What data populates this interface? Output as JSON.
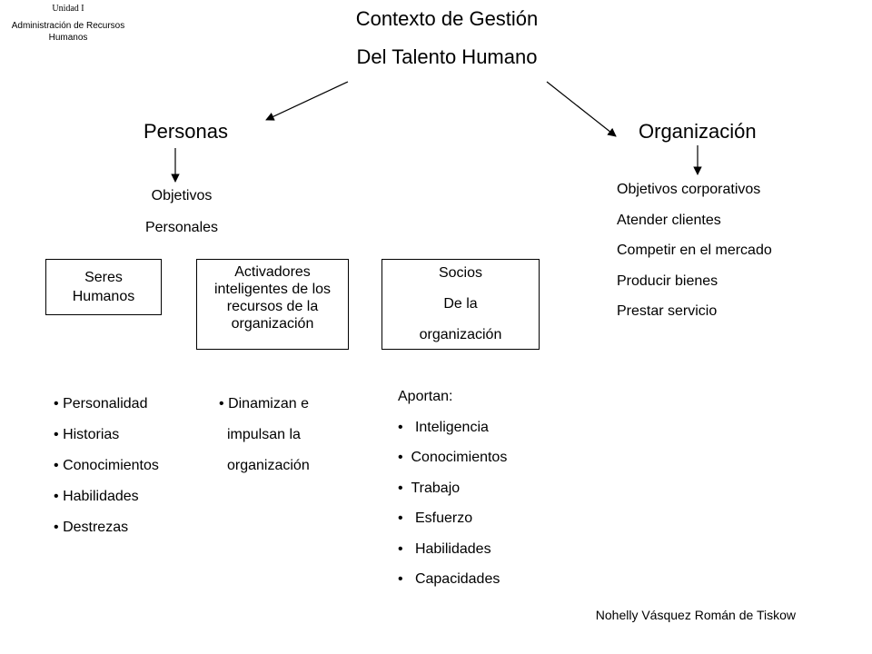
{
  "header": {
    "unit": "Unidad I",
    "course": "Administración de Recursos Humanos"
  },
  "title": {
    "line1": "Contexto de Gestión",
    "line2": "Del Talento Humano"
  },
  "personas": {
    "label": "Personas",
    "objectives_line1": "Objetivos",
    "objectives_line2": "Personales",
    "boxes": {
      "seres": "Seres Humanos",
      "activadores": "Activadores inteligentes de los recursos de la organización",
      "socios_line1": "Socios",
      "socios_line2": "De la",
      "socios_line3": "organización"
    },
    "traits": [
      "Personalidad",
      "Historias",
      "Conocimientos",
      "Habilidades",
      "Destrezas"
    ],
    "activators_note": {
      "line1": "Dinamizan e",
      "line2": "impulsan la",
      "line3": "organización"
    },
    "contributions": {
      "heading": "Aportan:",
      "items": [
        "Inteligencia",
        "Conocimientos",
        "Trabajo",
        "Esfuerzo",
        "Habilidades",
        "Capacidades"
      ]
    }
  },
  "organizacion": {
    "label": "Organización",
    "objectives": [
      "Objetivos corporativos",
      "Atender clientes",
      "Competir en el mercado",
      "Producir bienes",
      "Prestar servicio"
    ]
  },
  "footer": {
    "author": "Nohelly Vásquez Román de Tiskow"
  },
  "bullet": "•"
}
